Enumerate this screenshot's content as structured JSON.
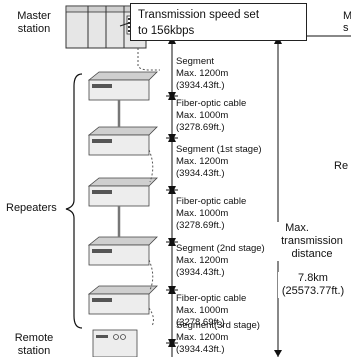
{
  "master": {
    "label_line1": "Master",
    "label_line2": "station"
  },
  "callout": {
    "line1": "Transmission speed set",
    "line2": "to 156kbps"
  },
  "repeaters_label": "Repeaters",
  "remote": {
    "label_line1": "Remote",
    "label_line2": "station"
  },
  "max_distance": {
    "line1": "Max.",
    "line2": "transmission",
    "line3": "distance",
    "km": "7.8km",
    "ft": "(25573.77ft.)"
  },
  "clipped_right": {
    "top_a": "M",
    "top_b": "s",
    "mid": "Re"
  },
  "segments": [
    {
      "title": "Segment",
      "max": "Max. 1200m",
      "ft": "(3934.43ft.)"
    },
    {
      "title": "Fiber-optic cable",
      "max": "Max. 1000m",
      "ft": "(3278.69ft.)"
    },
    {
      "title": "Segment (1st stage)",
      "max": "Max. 1200m",
      "ft": "(3934.43ft.)"
    },
    {
      "title": "Fiber-optic cable",
      "max": "Max. 1000m",
      "ft": "(3278.69ft.)"
    },
    {
      "title": "Segment (2nd stage)",
      "max": "Max. 1200m",
      "ft": "(3934.43ft.)"
    },
    {
      "title": "Fiber-optic cable",
      "max": "Max. 1000m",
      "ft": "(3278.69ft.)"
    },
    {
      "title": "Segment(3rd stage)",
      "max": "Max. 1200m",
      "ft": "(3934.43ft.)"
    }
  ]
}
